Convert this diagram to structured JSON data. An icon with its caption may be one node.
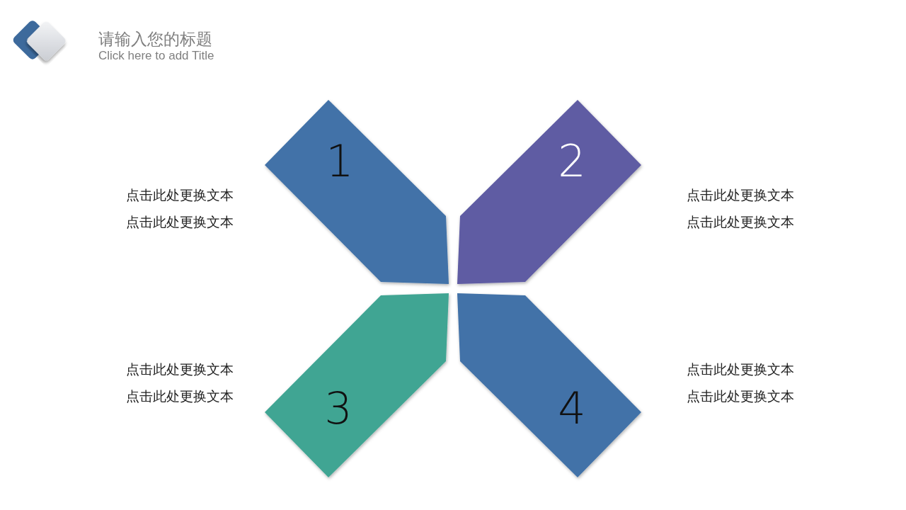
{
  "diagram": {
    "title": "请输入您的标题",
    "nodes": [
      {
        "text": [
          "1"
        ],
        "beside": [
          "点击此处更换文本",
          "点击此处更换文本"
        ]
      },
      {
        "text": [
          "2"
        ],
        "beside": [
          "点击此处更换文本",
          "点击此处更换文本"
        ]
      },
      {
        "text": [
          "3"
        ],
        "beside": [
          "点击此处更换文本",
          "点击此处更换文本"
        ]
      },
      {
        "text": [
          "4"
        ],
        "beside": [
          "点击此处更换文本",
          "点击此处更换文本"
        ]
      }
    ],
    "labels": [
      "Click here to add Title"
    ]
  }
}
